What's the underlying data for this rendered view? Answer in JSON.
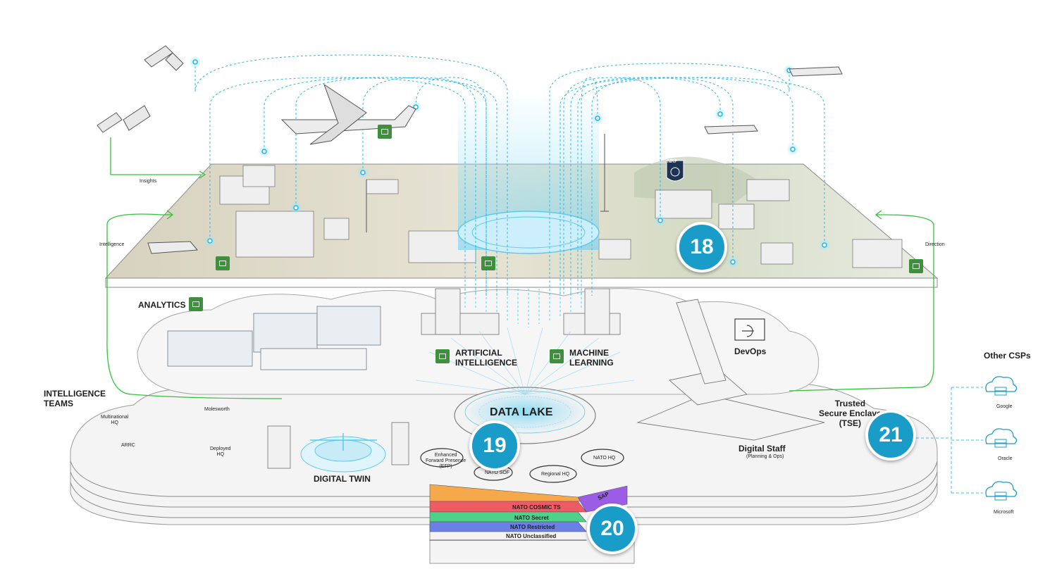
{
  "labels": {
    "insights": "Insights",
    "intelligence": "Intelligence",
    "direction": "Direction",
    "analytics": "ANALYTICS",
    "ai_line1": "ARTIFICIAL",
    "ai_line2": "INTELLIGENCE",
    "ml_line1": "MACHINE",
    "ml_line2": "LEARNING",
    "devops": "DevOps",
    "intel_teams_line1": "INTELLIGENCE",
    "intel_teams_line2": "TEAMS",
    "multinational_hq_line1": "Multinational",
    "multinational_hq_line2": "HQ",
    "molesworth": "Molesworth",
    "arrc": "ARRC",
    "deployed_hq_line1": "Deployed",
    "deployed_hq_line2": "HQ",
    "digital_twin": "DIGITAL TWIN",
    "data_lake": "DATA LAKE",
    "efp_line1": "Enhanced",
    "efp_line2": "Forward Presence",
    "efp_line3": "(EFP)",
    "nato_sof": "NATO SOF",
    "regional_hq": "Regional HQ",
    "nato_hq": "NATO HQ",
    "digital_staff": "Digital Staff",
    "planning_ops": "(Planning & Ops)",
    "tse_line1": "Trusted",
    "tse_line2": "Secure Enclave",
    "tse_line3": "(TSE)",
    "other_csps": "Other CSPs",
    "google": "Google",
    "oracle": "Oracle",
    "microsoft": "Microsoft",
    "nrf": "NRF"
  },
  "classification_layers": [
    {
      "label": "NATO  COSMIC TS",
      "color": "#f5a94a"
    },
    {
      "label": "NATO Secret",
      "color": "#ef5b63"
    },
    {
      "label": "NATO Restricted",
      "color": "#4fd18a"
    },
    {
      "label": "NATO Unclassified",
      "color": "#6b7fe6"
    }
  ],
  "sap_label": "SAP",
  "sap_color": "#9b5de5",
  "badges": [
    "18",
    "19",
    "20",
    "21"
  ],
  "colors": {
    "accent_blue": "#1a9cc9",
    "data_line": "#1fb8e6",
    "flow_green": "#35c23a",
    "icon_green": "#3f8f3f"
  }
}
